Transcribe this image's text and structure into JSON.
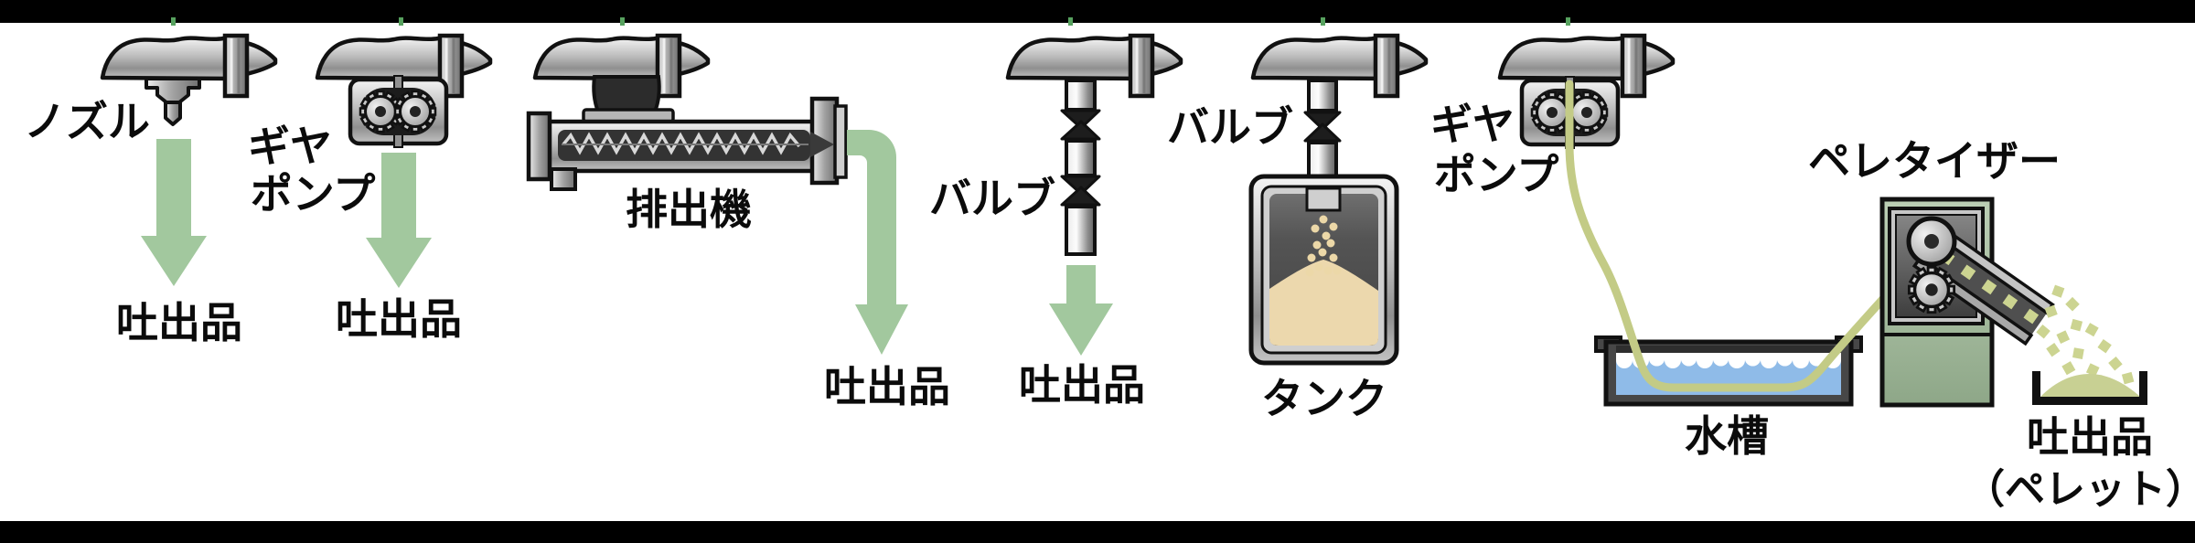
{
  "page": {
    "background": "#ffffff",
    "top_bar_color": "#000000",
    "bottom_bar_color": "#000000"
  },
  "colors": {
    "arrow_green": "#a2c89e",
    "strand_olive": "#c3cb86",
    "water_blue": "#8fbbe8",
    "powder_tan": "#ecd8ad",
    "pellet_olive": "#ccd491",
    "pelletizer_green": "#a9c1a1",
    "metal_light": "#f2f2f2",
    "metal_dark": "#8a8a8a",
    "outline": "#111111",
    "tick_green": "#57a25f",
    "label_color": "#0b0b0b"
  },
  "sections": [
    {
      "name": "nozzle",
      "label": "ノズル",
      "output": "吐出品"
    },
    {
      "name": "gear-pump",
      "label1": "ギヤ",
      "label2": "ポンプ",
      "output": "吐出品"
    },
    {
      "name": "extruder",
      "label": "排出機",
      "output": "吐出品"
    },
    {
      "name": "valve",
      "label": "バルブ",
      "output": "吐出品"
    },
    {
      "name": "valve-to-tank",
      "label": "バルブ",
      "vessel": "タンク"
    },
    {
      "name": "strand-pelletizing",
      "label1": "ギヤ",
      "label2": "ポンプ",
      "bath": "水槽",
      "machine": "ペレタイザー",
      "output": "吐出品",
      "output_note": "（ペレット）"
    }
  ]
}
